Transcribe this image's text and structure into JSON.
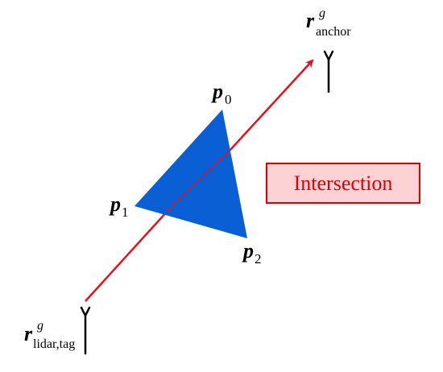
{
  "colors": {
    "triangle": "#0a5fd4",
    "ray": "#e8101a",
    "box_fill": "#fcd2d4",
    "box_border": "#e00000",
    "box_text": "#e00000",
    "antenna": "#000000"
  },
  "labels": {
    "anchor": {
      "symbol": "r",
      "superscript": "g",
      "subscript": "anchor"
    },
    "tag": {
      "symbol": "r",
      "superscript": "g",
      "subscript": "lidar,tag"
    },
    "p0": {
      "symbol": "p",
      "subscript": "0"
    },
    "p1": {
      "symbol": "p",
      "subscript": "1"
    },
    "p2": {
      "symbol": "p",
      "subscript": "2"
    }
  },
  "box": {
    "text": "Intersection"
  },
  "icons": {
    "anchor_antenna": "antenna-icon",
    "tag_antenna": "antenna-icon",
    "ray_arrow": "arrow-head-icon"
  }
}
